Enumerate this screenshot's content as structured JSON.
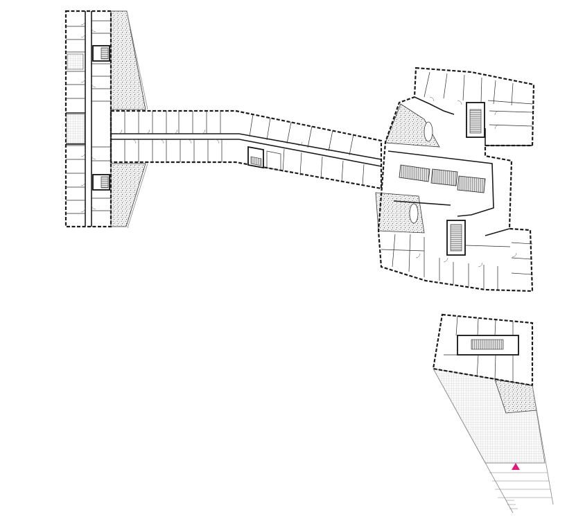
{
  "plan": {
    "accent_color": "#e0197d",
    "line_color": "#1a1a1a",
    "background_color": "#ffffff",
    "wall_style": "dashed-perimeter",
    "landscape_hatch": "stipple-gravel",
    "entrance_marker": "entrance-triangle-icon",
    "buildings": [
      "west-wing",
      "connector-corridor",
      "east-block",
      "south-block"
    ]
  }
}
